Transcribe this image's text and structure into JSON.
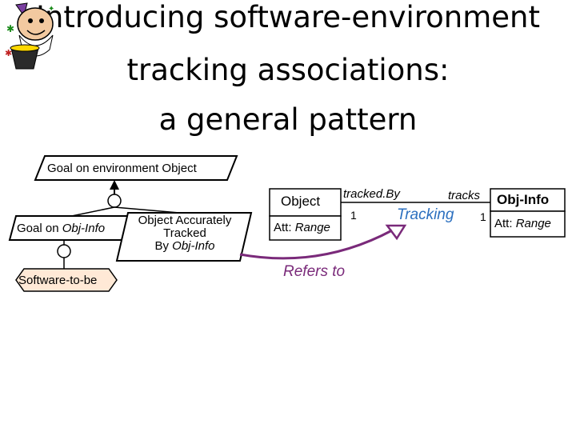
{
  "title": {
    "line1": "Introducing software-environment",
    "line2": "tracking associations:",
    "line3": "a general pattern"
  },
  "goal_tree": {
    "root_goal": "Goal on environment Object",
    "left_goal_prefix": "Goal on ",
    "left_goal_obj": "Obj-Info",
    "middle_goal_line1": "Object Accurately",
    "middle_goal_line2": "Tracked",
    "middle_goal_line3_prefix": "By ",
    "middle_goal_line3_obj": "Obj-Info",
    "agent": "Software-to-be"
  },
  "association": {
    "left_entity": "Object",
    "left_attr_prefix": "Att: ",
    "left_attr": "Range",
    "left_role": "tracked.By",
    "left_mult": "1",
    "name": "Tracking",
    "right_role": "tracks",
    "right_mult": "1",
    "right_entity": "Obj-Info",
    "right_attr_prefix": "Att: ",
    "right_attr": "Range"
  },
  "link_label": "Refers to",
  "colors": {
    "goal_fill": "#ffffff",
    "agent_fill": "#ffe9d6",
    "association_text": "#2b6fbf",
    "link_arrow": "#7a2a7a"
  },
  "icons": {
    "wizard": "wizard-mascot-icon"
  }
}
